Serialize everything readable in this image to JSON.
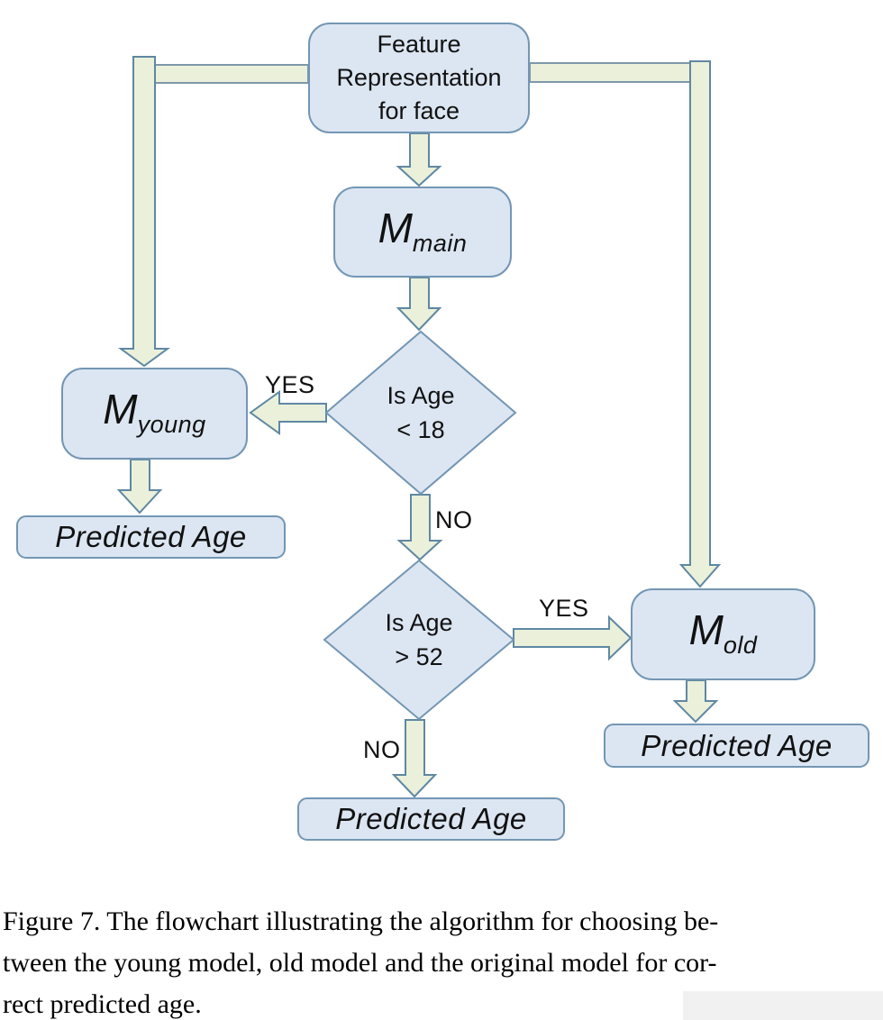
{
  "theme": {
    "node_fill": "#dce6f2",
    "node_stroke": "#7396b4",
    "arrow_fill": "#eaf0da",
    "arrow_stroke": "#5f88a2",
    "connector_stroke": "#7e98aa",
    "text": "#111111"
  },
  "flowchart": {
    "nodes": {
      "feature": {
        "label": "Feature\nRepresentation\nfor face"
      },
      "m_main": {
        "main": "M",
        "sub": "main"
      },
      "decision_young": {
        "line1": "Is Age",
        "line2": "< 18"
      },
      "m_young": {
        "main": "M",
        "sub": "young"
      },
      "decision_old": {
        "line1": "Is Age",
        "line2": "> 52"
      },
      "m_old": {
        "main": "M",
        "sub": "old"
      },
      "predicted_left": {
        "label": "Predicted Age"
      },
      "predicted_right": {
        "label": "Predicted Age"
      },
      "predicted_bottom": {
        "label": "Predicted Age"
      }
    },
    "edge_labels": {
      "yes_young": "YES",
      "no_young": "NO",
      "yes_old": "YES",
      "no_old": "NO"
    }
  },
  "figure": {
    "caption": "Figure 7. The flowchart illustrating the algorithm for choosing be-\ntween the young model, old model and the original model for cor-\nrect predicted age."
  }
}
